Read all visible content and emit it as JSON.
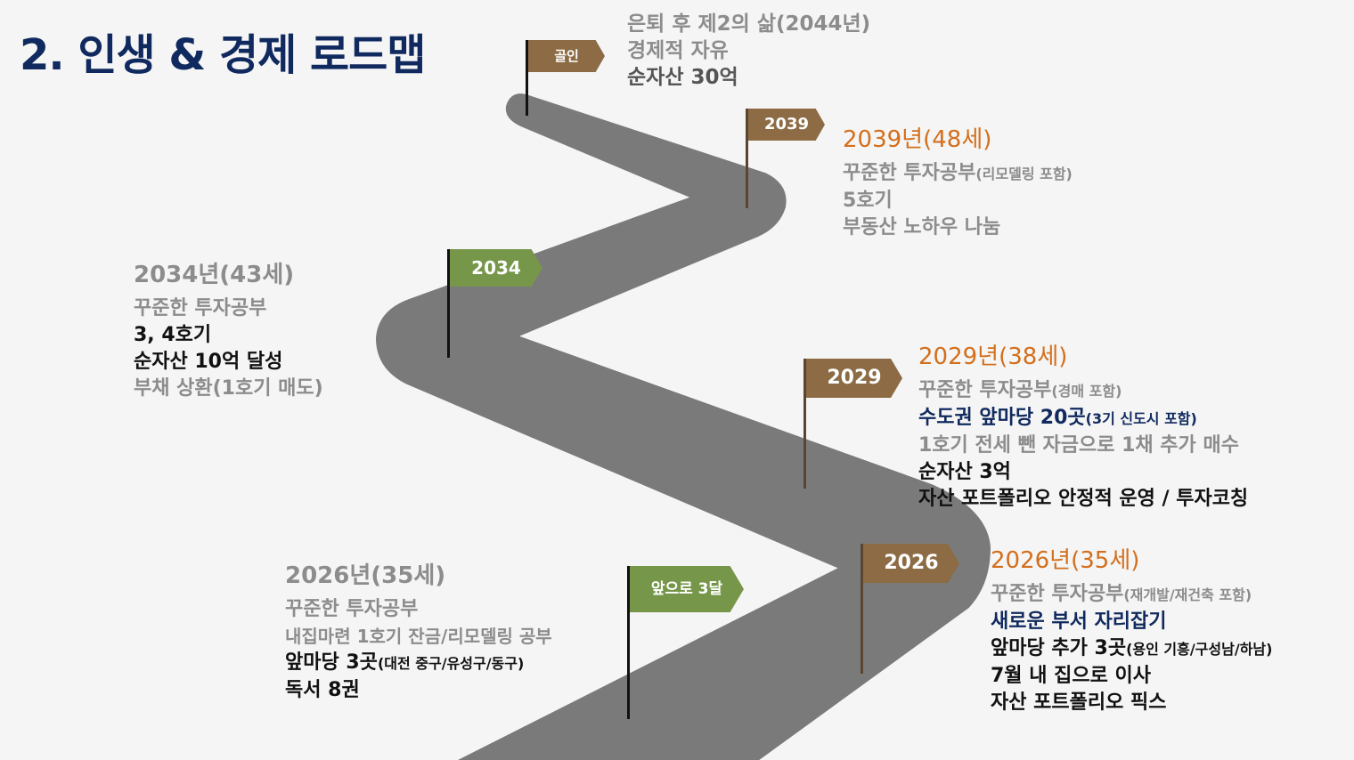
{
  "title": "2. 인생 & 경제 로드맵",
  "colors": {
    "navy": "#10295e",
    "orange": "#d36f1c",
    "grey": "#8c8c8c",
    "road": "#7a7a7a",
    "flag_brown": "#8c6b45",
    "flag_green": "#76964a"
  },
  "flags": {
    "goal": "골인",
    "y2039": "2039",
    "y2034": "2034",
    "y2029": "2029",
    "y2026": "2026",
    "soon": "앞으로 3달"
  },
  "goal": {
    "line1": "은퇴 후 제2의 삶(2044년)",
    "line2": "경제적 자유",
    "line3": "순자산 30억"
  },
  "m2039": {
    "heading": "2039년(48세)",
    "l1": "꾸준한 투자공부",
    "l1_note": "(리모델링 포함)",
    "l2": "5호기",
    "l3": "부동산 노하우 나눔"
  },
  "m2034": {
    "heading": "2034년(43세)",
    "l1": "꾸준한 투자공부",
    "l2": "3, 4호기",
    "l3": "순자산 10억 달성",
    "l4": "부채 상환(1호기 매도)"
  },
  "m2029": {
    "heading": "2029년(38세)",
    "l1": "꾸준한 투자공부",
    "l1_note": "(경매 포함)",
    "l2": "수도권 앞마당 20곳",
    "l2_note": "(3기 신도시 포함)",
    "l3": "1호기 전세 뺀 자금으로 1채 추가 매수",
    "l4": "순자산 3억",
    "l5": "자산 포트폴리오 안정적 운영 / 투자코칭"
  },
  "m2026": {
    "heading": "2026년(35세)",
    "l1": "꾸준한 투자공부",
    "l1_note": "(재개발/재건축 포함)",
    "l2": "새로운 부서 자리잡기",
    "l3": "앞마당 추가 3곳",
    "l3_note": "(용인 기흥/구성남/하남)",
    "l4": "7월 내 집으로 이사",
    "l5": "자산 포트폴리오 픽스"
  },
  "now": {
    "heading": "2026년(35세)",
    "l1": "꾸준한 투자공부",
    "l2": "내집마련 1호기 잔금/리모델링 공부",
    "l3": "앞마당 3곳",
    "l3_note": "(대전 중구/유성구/동구)",
    "l4": "독서 8권"
  }
}
